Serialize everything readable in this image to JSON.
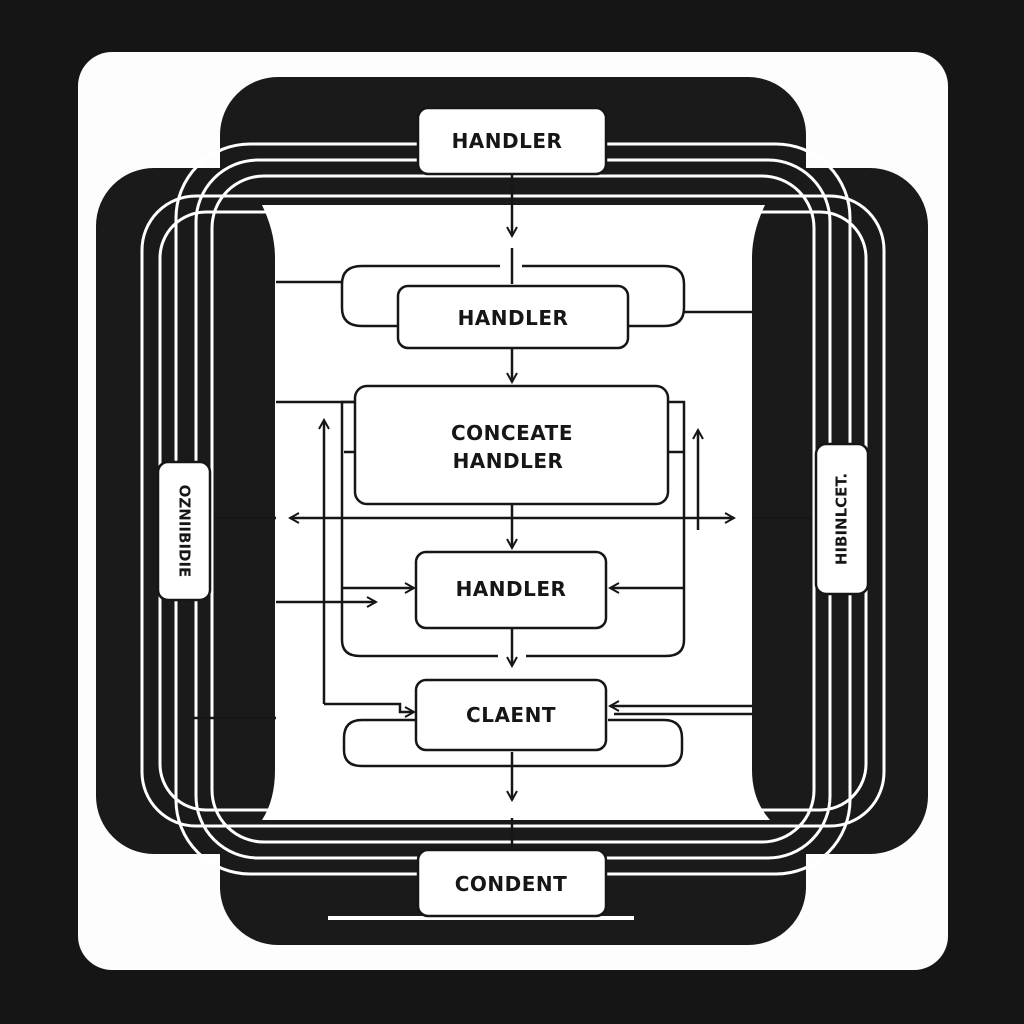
{
  "diagram": {
    "colors": {
      "background": "#151515",
      "panel": "#fdfdfd",
      "ink": "#161616",
      "node_fill": "#ffffff"
    },
    "nodes": {
      "handler_top": "HANDLER",
      "handler_second": "HANDLER",
      "concreate_line1": "CONCEATE",
      "concreate_line2": "HANDLER",
      "handler_lower": "HANDLER",
      "client": "CLAENT",
      "condent": "CONDENT"
    },
    "side_labels": {
      "left": "OZNIIBIDIE",
      "right": "HIBINLCET."
    }
  }
}
